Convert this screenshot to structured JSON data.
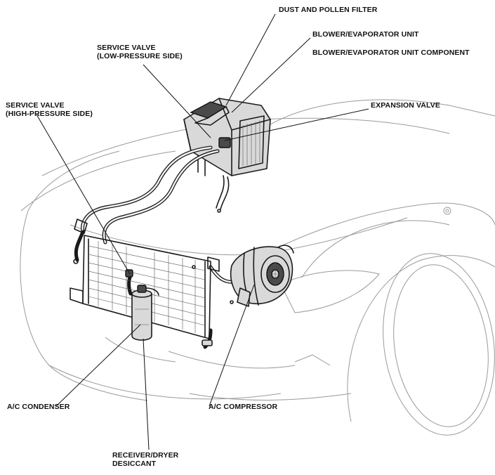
{
  "labels": {
    "dust_filter": "DUST AND POLLEN FILTER",
    "blower_unit": "BLOWER/EVAPORATOR UNIT",
    "blower_component": "BLOWER/EVAPORATOR UNIT COMPONENT",
    "service_valve_low_l1": "SERVICE VALVE",
    "service_valve_low_l2": "(LOW-PRESSURE SIDE)",
    "expansion_valve": "EXPANSION VALVE",
    "service_valve_high_l1": "SERVICE VALVE",
    "service_valve_high_l2": "(HIGH-PRESSURE SIDE)",
    "ac_condenser": "A/C CONDENSER",
    "ac_compressor": "A/C COMPRESSOR",
    "receiver_l1": "RECEIVER/DRYER",
    "receiver_l2": "DESICCANT"
  }
}
